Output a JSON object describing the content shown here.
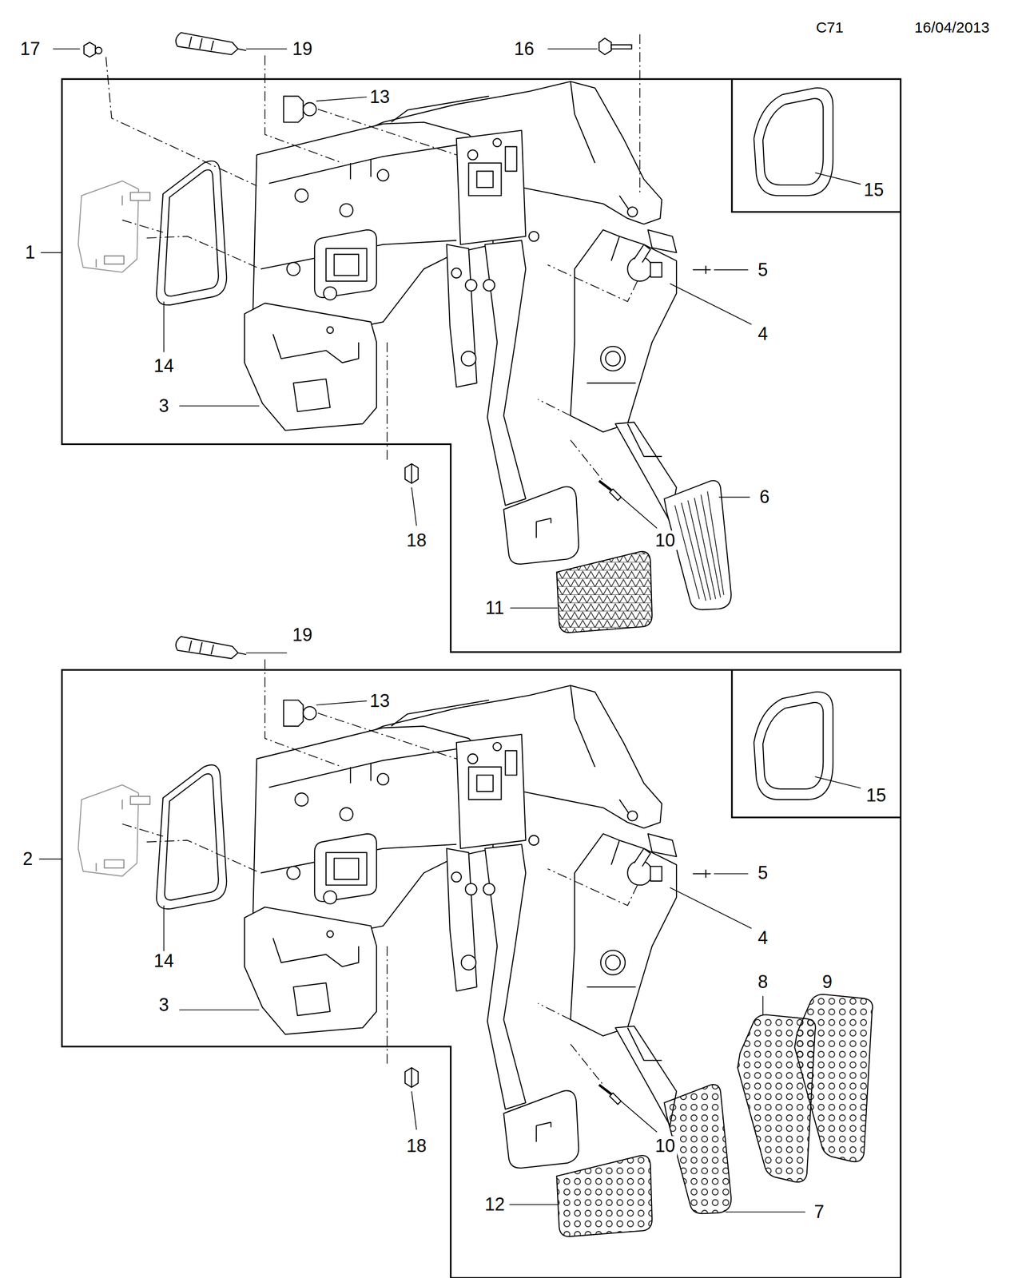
{
  "diagram": {
    "labels": [
      "C71",
      "16/04/2013",
      "17",
      "19",
      "16",
      "13",
      "15",
      "1",
      "5",
      "4",
      "14",
      "3",
      "6",
      "18",
      "10",
      "11",
      "19",
      "13",
      "15",
      "2",
      "5",
      "4",
      "14",
      "3",
      "8",
      "9",
      "18",
      "10",
      "12",
      "7"
    ]
  }
}
